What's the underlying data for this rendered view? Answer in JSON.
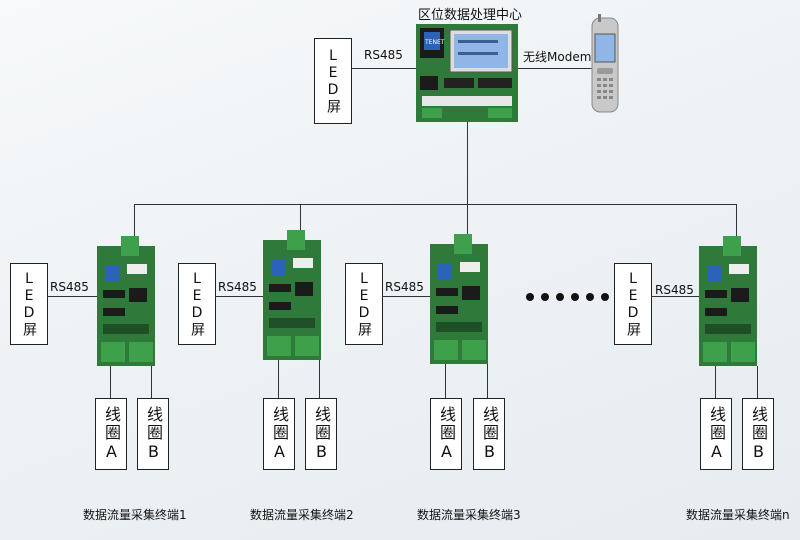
{
  "center": {
    "title": "区位数据处理中心",
    "led_label": "LED屏",
    "rs485_label": "RS485",
    "modem_label": "无线Modem"
  },
  "terminals": [
    {
      "led_label": "LED屏",
      "rs485_label": "RS485",
      "coil_a": "线圈A",
      "coil_b": "线圈B",
      "caption": "数据流量采集终端1"
    },
    {
      "led_label": "LED屏",
      "rs485_label": "RS485",
      "coil_a": "线圈A",
      "coil_b": "线圈B",
      "caption": "数据流量采集终端2"
    },
    {
      "led_label": "LED屏",
      "rs485_label": "RS485",
      "coil_a": "线圈A",
      "coil_b": "线圈B",
      "caption": "数据流量采集终端3"
    },
    {
      "led_label": "LED屏",
      "rs485_label": "RS485",
      "coil_a": "线圈A",
      "coil_b": "线圈B",
      "caption": "数据流量采集终端n"
    }
  ],
  "colors": {
    "board_green": "#2f7a3a",
    "board_dark": "#1e4f27",
    "terminal_block": "#3fa04c",
    "relay_blue": "#2a63b8",
    "lcd_blue": "#8fb6e6"
  }
}
